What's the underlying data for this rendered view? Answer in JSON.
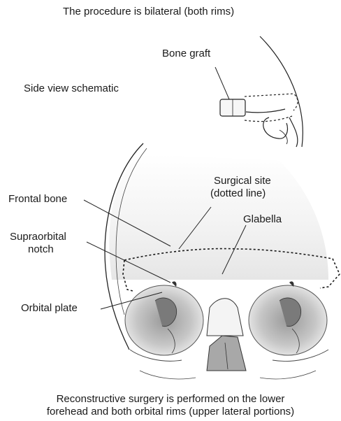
{
  "header": {
    "text": "The procedure is bilateral (both rims)"
  },
  "side_view": {
    "title": "Side view schematic",
    "bone_graft_label": "Bone graft"
  },
  "labels": {
    "frontal_bone": "Frontal bone",
    "surgical_site_line1": "Surgical site",
    "surgical_site_line2": "(dotted line)",
    "glabella": "Glabella",
    "supraorbital_line1": "Supraorbital",
    "supraorbital_line2": "notch",
    "orbital_plate": "Orbital plate"
  },
  "caption": {
    "line1": "Reconstructive surgery is performed on the lower",
    "line2": "forehead and both orbital rims (upper lateral portions)"
  }
}
